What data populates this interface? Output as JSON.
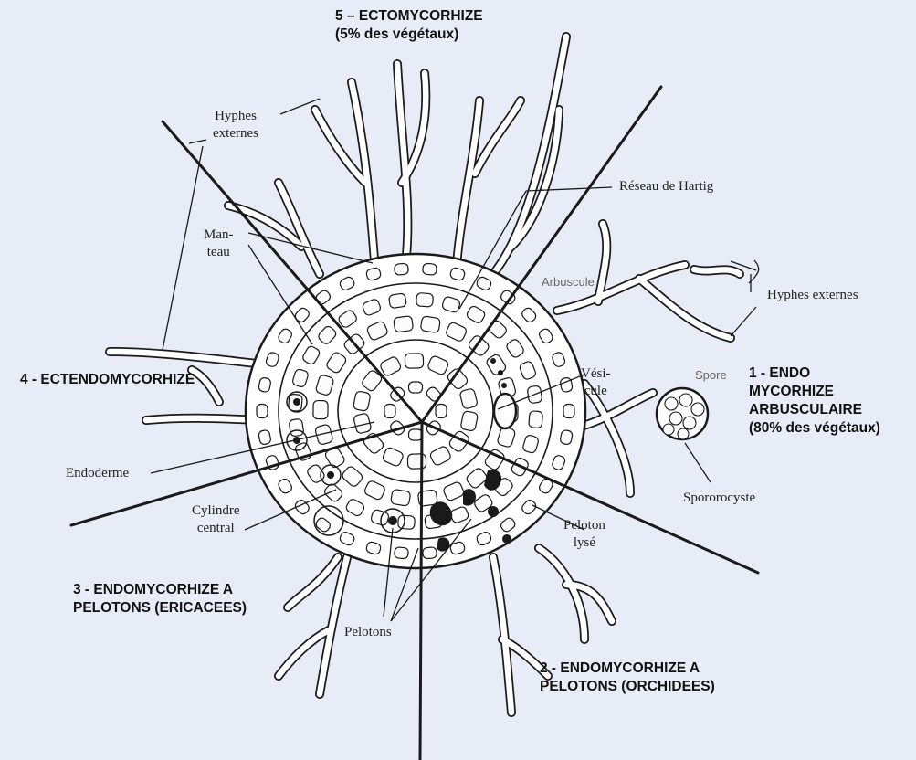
{
  "colors": {
    "background": "#e8ecf6",
    "ink": "#1a1a1a",
    "cell_fill": "#fbfbfb"
  },
  "sections": {
    "s5_line1": "5 – ECTOMYCORHIZE",
    "s5_line2": "(5% des végétaux)",
    "s4": "4 - ECTENDOMYCORHIZE",
    "s1_line1": "1 - ENDO",
    "s1_line2": "MYCORHIZE",
    "s1_line3": "ARBUSCULAIRE",
    "s1_line4": "(80% des végétaux)",
    "s3_line1": "3 - ENDOMYCORHIZE A",
    "s3_line2": "PELOTONS (ERICACEES)",
    "s2_line1": "2 - ENDOMYCORHIZE A",
    "s2_line2": "PELOTONS (ORCHIDEES)"
  },
  "labels": {
    "hyphes_externes_l1": "Hyphes",
    "hyphes_externes_l2": "externes",
    "reseau_hartig": "Réseau de Hartig",
    "manteau_l1": "Man-",
    "manteau_l2": "teau",
    "arbuscule": "Arbuscule",
    "hyphes_externes_right": "Hyphes externes",
    "vesicule_l1": "Vési-",
    "vesicule_l2": "cule",
    "spore": "Spore",
    "endoderme": "Endoderme",
    "sporocyste": "Spororocyste",
    "cylindre_l1": "Cylindre",
    "cylindre_l2": "central",
    "peloton_lyse_l1": "Peloton",
    "peloton_lyse_l2": "lysé",
    "pelotons": "Pelotons"
  },
  "icons": {
    "diagram": "root-cross-section-illustration"
  }
}
